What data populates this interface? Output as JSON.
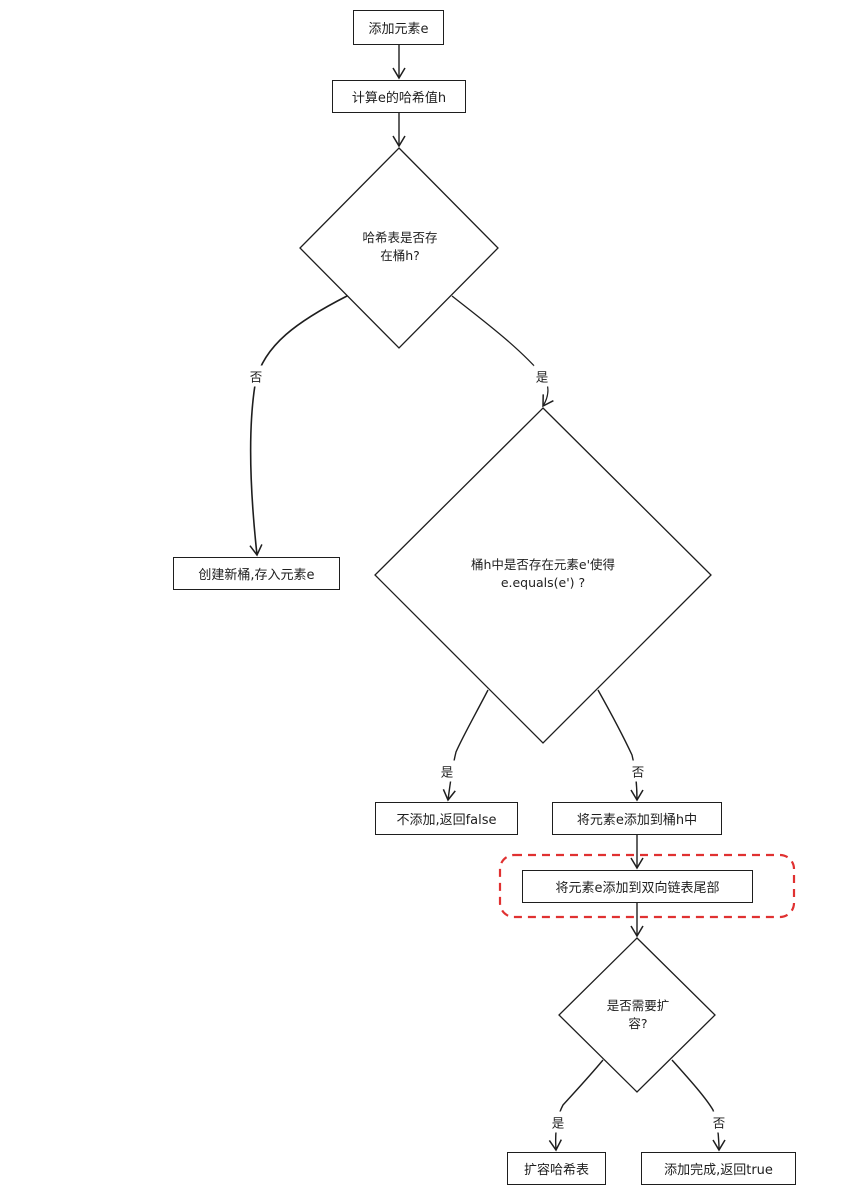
{
  "nodes": {
    "add_element": "添加元素e",
    "compute_hash": "计算e的哈希值h",
    "bucket_exists_l1": "哈希表是否存",
    "bucket_exists_l2": "在桶h?",
    "create_bucket": "创建新桶,存入元素e",
    "equals_check_l1": "桶h中是否存在元素e'使得",
    "equals_check_l2": "e.equals(e') ?",
    "no_add": "不添加,返回false",
    "add_to_bucket": "将元素e添加到桶h中",
    "add_to_linked_list": "将元素e添加到双向链表尾部",
    "need_resize_l1": "是否需要扩",
    "need_resize_l2": "容?",
    "resize": "扩容哈希表",
    "done": "添加完成,返回true"
  },
  "edge_labels": {
    "bucket_no": "否",
    "bucket_yes": "是",
    "equals_yes": "是",
    "equals_no": "否",
    "resize_yes": "是",
    "resize_no": "否"
  },
  "colors": {
    "stroke": "#1e1e1e",
    "highlight": "#e03131"
  }
}
